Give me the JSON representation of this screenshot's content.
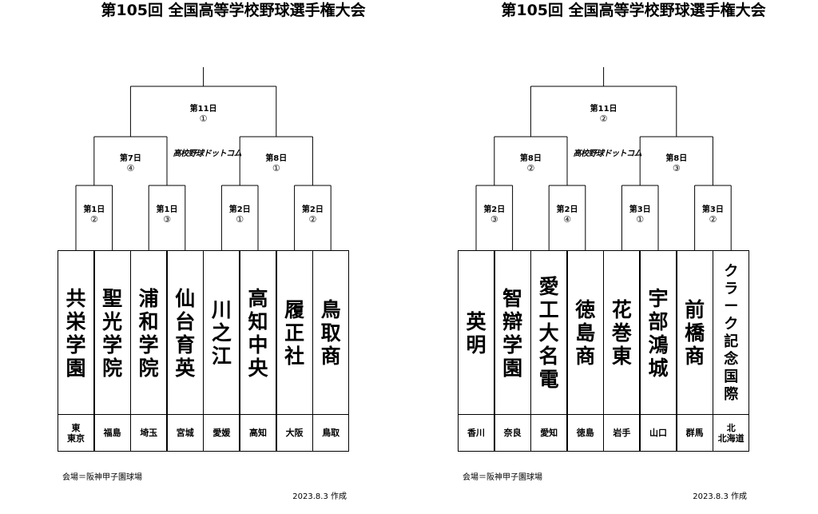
{
  "brackets": [
    {
      "title": "第105回 全国高等学校野球選手権大会",
      "logo": "高校野球ドットコム",
      "final": {
        "day": "第11日",
        "num": "①"
      },
      "semis": [
        {
          "day": "第7日",
          "num": "④"
        },
        {
          "day": "第8日",
          "num": "①"
        }
      ],
      "firsts": [
        {
          "day": "第1日",
          "num": "②"
        },
        {
          "day": "第1日",
          "num": "③"
        },
        {
          "day": "第2日",
          "num": "①"
        },
        {
          "day": "第2日",
          "num": "②"
        }
      ],
      "teams": [
        {
          "name": "共栄学園",
          "pref": "東\n東京"
        },
        {
          "name": "聖光学院",
          "pref": "福島"
        },
        {
          "name": "浦和学院",
          "pref": "埼玉"
        },
        {
          "name": "仙台育英",
          "pref": "宮城"
        },
        {
          "name": "川之江",
          "pref": "愛媛"
        },
        {
          "name": "高知中央",
          "pref": "高知"
        },
        {
          "name": "履正社",
          "pref": "大阪"
        },
        {
          "name": "鳥取商",
          "pref": "鳥取"
        }
      ],
      "venue": "会場＝阪神甲子園球場",
      "date": "2023.8.3 作成"
    },
    {
      "title": "第105回 全国高等学校野球選手権大会",
      "logo": "高校野球ドットコム",
      "final": {
        "day": "第11日",
        "num": "②"
      },
      "semis": [
        {
          "day": "第8日",
          "num": "②"
        },
        {
          "day": "第8日",
          "num": "③"
        }
      ],
      "firsts": [
        {
          "day": "第2日",
          "num": "③"
        },
        {
          "day": "第2日",
          "num": "④"
        },
        {
          "day": "第3日",
          "num": "①"
        },
        {
          "day": "第3日",
          "num": "②"
        }
      ],
      "teams": [
        {
          "name": "英明",
          "pref": "香川"
        },
        {
          "name": "智辯学園",
          "pref": "奈良"
        },
        {
          "name": "愛工大名電",
          "pref": "愛知"
        },
        {
          "name": "徳島商",
          "pref": "徳島"
        },
        {
          "name": "花巻東",
          "pref": "岩手"
        },
        {
          "name": "宇部鴻城",
          "pref": "山口"
        },
        {
          "name": "前橋商",
          "pref": "群馬"
        },
        {
          "name": "クラーク記念国際",
          "pref": "北\n北海道"
        }
      ],
      "venue": "会場＝阪神甲子園球場",
      "date": "2023.8.3 作成"
    }
  ]
}
